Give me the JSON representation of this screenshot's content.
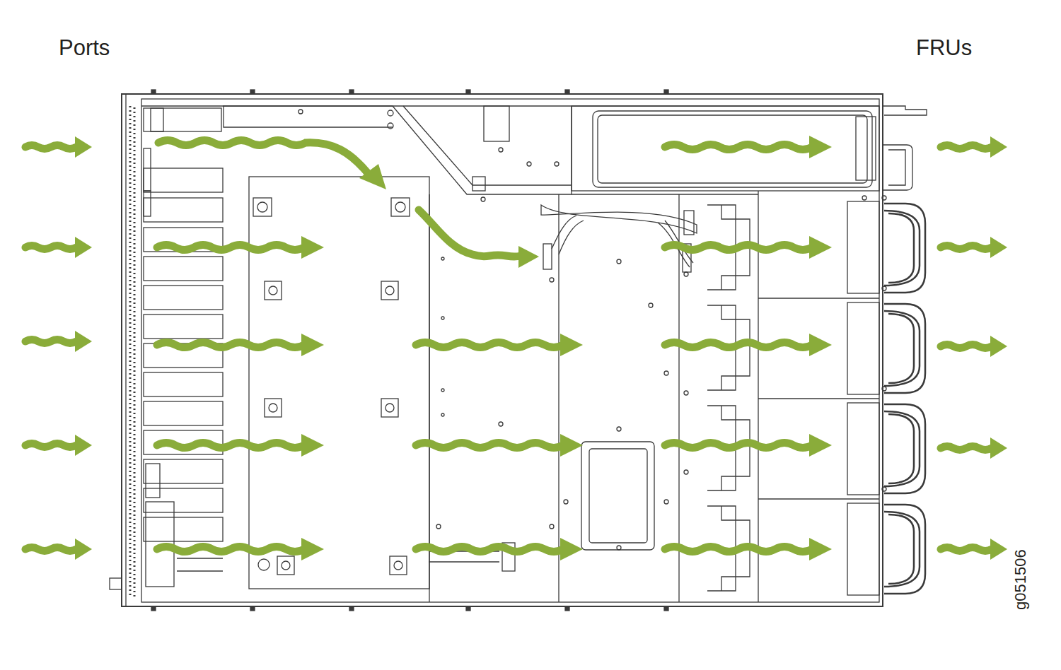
{
  "diagram": {
    "labels": [
      "Ports",
      "FRUs",
      "g051506"
    ]
  }
}
